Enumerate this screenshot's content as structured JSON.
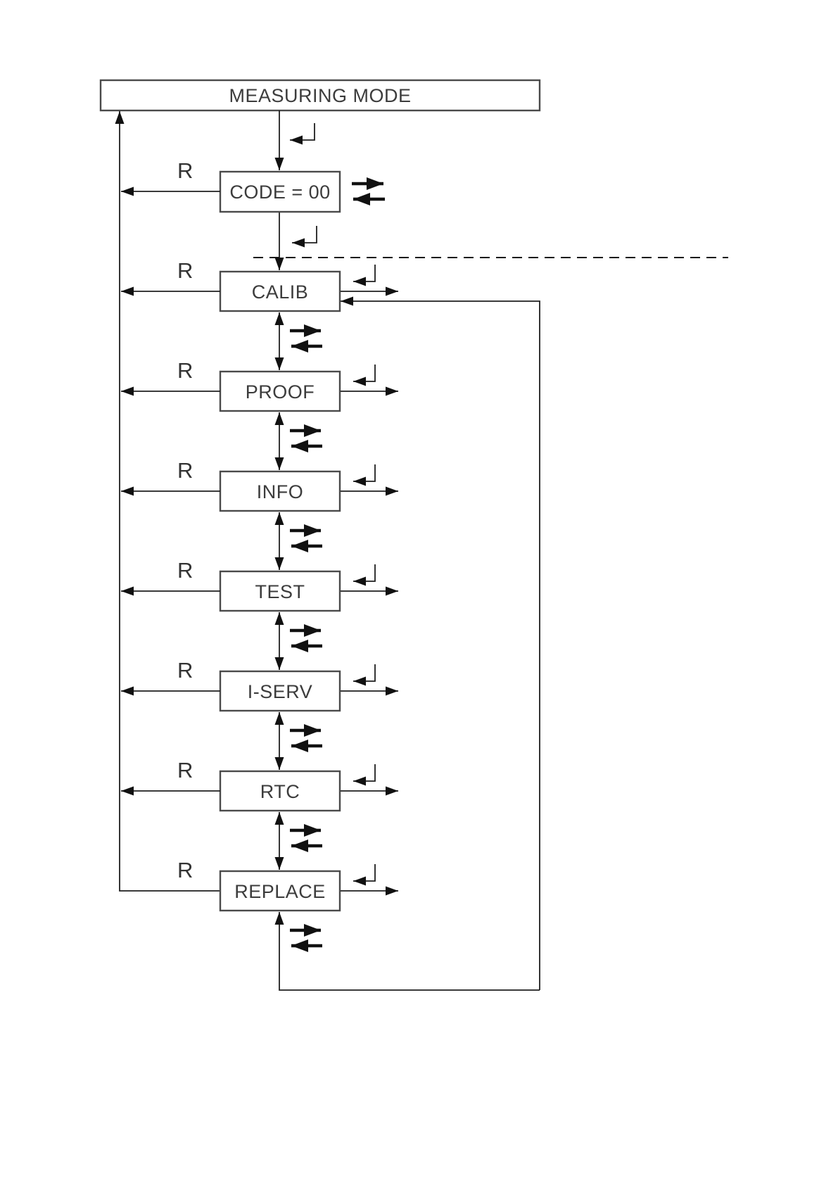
{
  "diagram": {
    "title": "MEASURING MODE",
    "reset_key_label": "R",
    "menu_items": [
      {
        "label": "CODE = 00"
      },
      {
        "label": "CALIB"
      },
      {
        "label": "PROOF"
      },
      {
        "label": "INFO"
      },
      {
        "label": "TEST"
      },
      {
        "label": "I-SERV"
      },
      {
        "label": "RTC"
      },
      {
        "label": "REPLACE"
      }
    ],
    "icons": {
      "enter": "enter-key-icon",
      "next": "right-arrow-icon",
      "prev": "left-arrow-icon"
    },
    "colors": {
      "background": "#ffffff",
      "line": "#1f1f1f",
      "box_border": "#4a4a4a",
      "text": "#3c3c3c"
    }
  }
}
